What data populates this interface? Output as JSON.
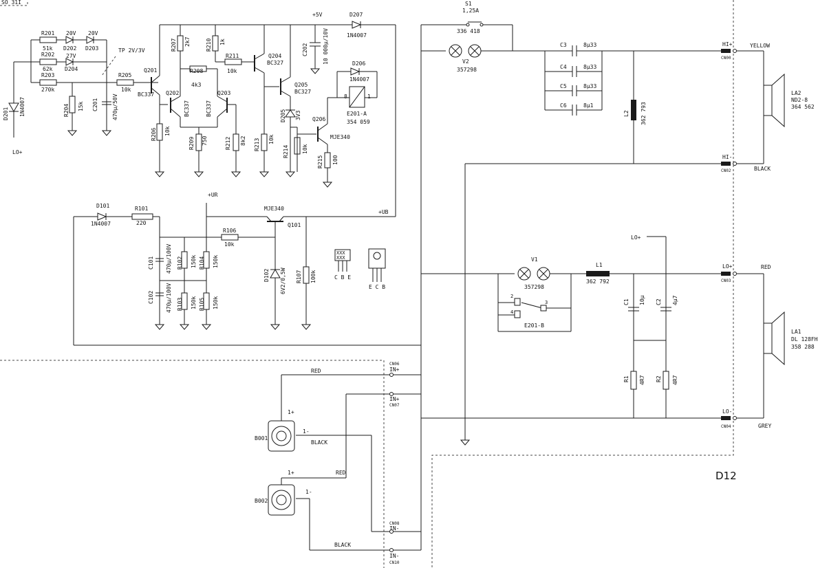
{
  "corner_fragment": "SO 31I",
  "block_id": "D12",
  "labels": {
    "tp": "TP 2V/3V",
    "p5v": "+5V",
    "ur": "+UR",
    "ub": "+UB",
    "lo_in": "LO+",
    "lo_plus_top": "LO+",
    "cbe": "C B E",
    "ecb": "E C B",
    "xxx": "XXX"
  },
  "components": {
    "R201": [
      "R201",
      "51k"
    ],
    "R202": [
      "R202",
      "62k"
    ],
    "R203": [
      "R203",
      "270k"
    ],
    "D202": [
      "D202",
      "20V"
    ],
    "D203": [
      "D203",
      "20V"
    ],
    "D204": [
      "D204",
      "27V"
    ],
    "D201": [
      "D201",
      "1N4007"
    ],
    "R204": [
      "R204",
      "15k"
    ],
    "C201": [
      "C201",
      "470µ/50V"
    ],
    "R205": [
      "R205",
      "10k"
    ],
    "Q201": [
      "Q201",
      "BC337"
    ],
    "R206": [
      "R206",
      "10k"
    ],
    "R207": [
      "R207",
      "2k7"
    ],
    "R208": [
      "R208",
      "4k3"
    ],
    "Q202": [
      "Q202",
      "BC337"
    ],
    "Q203": [
      "Q203",
      "BC337"
    ],
    "R209": [
      "R209",
      "750"
    ],
    "R212": [
      "R212",
      "8k2"
    ],
    "R210": [
      "R210",
      "1k"
    ],
    "R211": [
      "R211",
      "10k"
    ],
    "Q204": [
      "Q204",
      "BC327"
    ],
    "Q205": [
      "Q205",
      "BC327"
    ],
    "R213": [
      "R213",
      "10k"
    ],
    "C202": [
      "C202",
      "10 000µ/10V"
    ],
    "D207": [
      "D207",
      "1N4007"
    ],
    "D206": [
      "D206",
      "1N4007"
    ],
    "D205": [
      "D205",
      "3V3"
    ],
    "R214": [
      "R214",
      "10k"
    ],
    "Q206": [
      "Q206",
      "MJE340"
    ],
    "R215": [
      "R215",
      "100"
    ],
    "E201A": [
      "E201-A",
      "354 059"
    ],
    "D101": [
      "D101",
      "1N4007"
    ],
    "R101": [
      "R101",
      "220"
    ],
    "C101": [
      "C101",
      "470µ/100V"
    ],
    "C102": [
      "C102",
      "470µ/100V"
    ],
    "R102": [
      "R102",
      "150k"
    ],
    "R103": [
      "R103",
      "150k"
    ],
    "R104": [
      "R104",
      "150k"
    ],
    "R105": [
      "R105",
      "150k"
    ],
    "R106": [
      "R106",
      "10k"
    ],
    "Q101": [
      "Q101",
      "MJE340"
    ],
    "D102": [
      "D102",
      "6V2/0,5W"
    ],
    "R107": [
      "R107",
      "100k"
    ],
    "S1": [
      "S1",
      "1,25A",
      "336 418"
    ],
    "V2": [
      "V2",
      "357298"
    ],
    "C3": [
      "C3",
      "8µ33"
    ],
    "C4": [
      "C4",
      "8µ33"
    ],
    "C5": [
      "C5",
      "8µ33"
    ],
    "C6": [
      "C6",
      "8µ1"
    ],
    "L2": [
      "L2",
      "362 793"
    ],
    "V1": [
      "V1",
      "357298"
    ],
    "L1": [
      "L1",
      "362 792"
    ],
    "C1": [
      "C1",
      "10µ"
    ],
    "C2": [
      "C2",
      "4µ7"
    ],
    "R1": [
      "R1",
      "4R7"
    ],
    "R2": [
      "R2",
      "4R7"
    ],
    "E201B": [
      "E201-B"
    ],
    "LA2": [
      "LA2",
      "ND2-8",
      "364 562"
    ],
    "LA1": [
      "LA1",
      "DL 128FH",
      "358 288"
    ],
    "B001": [
      "B001"
    ],
    "B002": [
      "B002"
    ]
  },
  "connectors": {
    "hi_plus": [
      "HI+",
      "CN00"
    ],
    "hi_minus": [
      "HI-",
      "CN02"
    ],
    "lo_plus": [
      "LO+",
      "CN03"
    ],
    "lo_minus": [
      "LO-",
      "CN04"
    ],
    "in1": [
      "IN+",
      "CN06"
    ],
    "in2": [
      "IN+",
      "CN07"
    ],
    "in3": [
      "IN-",
      "CN08"
    ],
    "in4": [
      "IN-",
      "CN10"
    ]
  },
  "wire_colors": {
    "yellow": "YELLOW",
    "black_hi": "BLACK",
    "red_lo": "RED",
    "grey": "GREY",
    "red_in1": "RED",
    "black_in1": "BLACK",
    "red_in2": "RED",
    "black_in2": "BLACK"
  },
  "pins": {
    "b001_plus": "1+",
    "b001_minus": "1-",
    "b002_plus": "1+",
    "b002_minus": "1-",
    "e201b_2": "2",
    "e201b_3": "3",
    "e201b_4": "4",
    "e201a_8": "8",
    "e201a_1": "1"
  },
  "colors": {
    "ink": "#1a1a1a",
    "paper": "#ffffff"
  }
}
